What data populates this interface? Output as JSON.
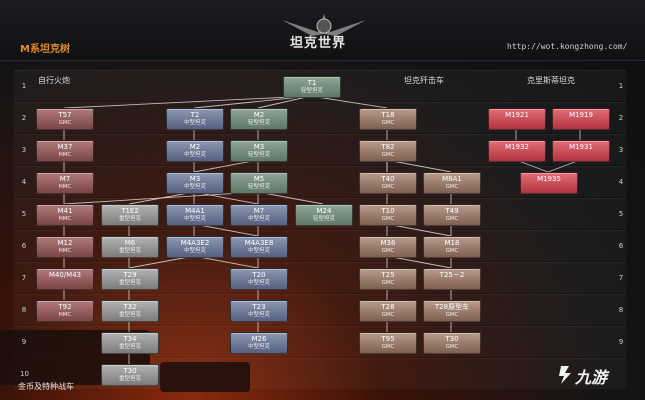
{
  "header": {
    "title": "M系坦克树",
    "logo_text": "坦克世界",
    "url": "http://wot.kongzhong.com/"
  },
  "columns": {
    "spg": "自行火炮",
    "td": "坦克歼击车",
    "heavy": "克里斯蒂坦克"
  },
  "rows": [
    "1",
    "2",
    "3",
    "4",
    "5",
    "6",
    "7",
    "8",
    "9",
    "10"
  ],
  "right_rows": [
    "1",
    "2",
    "3",
    "4",
    "5",
    "6",
    "7",
    "8",
    "9"
  ],
  "nodes": [
    {
      "id": "T1",
      "name": "T1",
      "type": "轻型坦克",
      "color": "gr",
      "col": 283,
      "row": 0
    },
    {
      "id": "T57",
      "name": "T57",
      "type": "GMC",
      "color": "rb",
      "col": 36,
      "row": 1
    },
    {
      "id": "T2",
      "name": "T2",
      "type": "中型坦克",
      "color": "bl",
      "col": 166,
      "row": 1
    },
    {
      "id": "M2L",
      "name": "M2",
      "type": "轻型坦克",
      "color": "gr",
      "col": 230,
      "row": 1
    },
    {
      "id": "T18",
      "name": "T18",
      "type": "GMC",
      "color": "br",
      "col": 359,
      "row": 1
    },
    {
      "id": "M1921",
      "name": "M1921",
      "type": "",
      "color": "rs",
      "col": 488,
      "row": 1
    },
    {
      "id": "M1919",
      "name": "M1919",
      "type": "",
      "color": "rs",
      "col": 552,
      "row": 1
    },
    {
      "id": "M37",
      "name": "M37",
      "type": "HMC",
      "color": "rb",
      "col": 36,
      "row": 2
    },
    {
      "id": "M2M",
      "name": "M2",
      "type": "中型坦克",
      "color": "bl",
      "col": 166,
      "row": 2
    },
    {
      "id": "M3L",
      "name": "M3",
      "type": "轻型坦克",
      "color": "gr",
      "col": 230,
      "row": 2
    },
    {
      "id": "T82",
      "name": "T82",
      "type": "GMC",
      "color": "br",
      "col": 359,
      "row": 2
    },
    {
      "id": "M1932",
      "name": "M1932",
      "type": "",
      "color": "rs",
      "col": 488,
      "row": 2
    },
    {
      "id": "M1931",
      "name": "M1931",
      "type": "",
      "color": "rs",
      "col": 552,
      "row": 2
    },
    {
      "id": "M7S",
      "name": "M7",
      "type": "HMC",
      "color": "rb",
      "col": 36,
      "row": 3
    },
    {
      "id": "M3M",
      "name": "M3",
      "type": "中型坦克",
      "color": "bl",
      "col": 166,
      "row": 3
    },
    {
      "id": "M5",
      "name": "M5",
      "type": "轻型坦克",
      "color": "gr",
      "col": 230,
      "row": 3
    },
    {
      "id": "T40",
      "name": "T40",
      "type": "GMC",
      "color": "br",
      "col": 359,
      "row": 3
    },
    {
      "id": "M8A1",
      "name": "M8A1",
      "type": "GMC",
      "color": "br",
      "col": 423,
      "row": 3
    },
    {
      "id": "M1935",
      "name": "M1935",
      "type": "",
      "color": "rs",
      "col": 520,
      "row": 3
    },
    {
      "id": "M41",
      "name": "M41",
      "type": "HMC",
      "color": "rb",
      "col": 36,
      "row": 4
    },
    {
      "id": "T1E2",
      "name": "T1E2",
      "type": "重型坦克",
      "color": "gy",
      "col": 101,
      "row": 4
    },
    {
      "id": "M4A1",
      "name": "M4A1",
      "type": "中型坦克",
      "color": "bl",
      "col": 166,
      "row": 4
    },
    {
      "id": "M7M",
      "name": "M7",
      "type": "中型坦克",
      "color": "bl",
      "col": 230,
      "row": 4
    },
    {
      "id": "M24",
      "name": "M24",
      "type": "轻型坦克",
      "color": "gr",
      "col": 295,
      "row": 4
    },
    {
      "id": "T10",
      "name": "T10",
      "type": "GMC",
      "color": "br",
      "col": 359,
      "row": 4
    },
    {
      "id": "T49",
      "name": "T49",
      "type": "GMC",
      "color": "br",
      "col": 423,
      "row": 4
    },
    {
      "id": "M12",
      "name": "M12",
      "type": "HMC",
      "color": "rb",
      "col": 36,
      "row": 5
    },
    {
      "id": "M6",
      "name": "M6",
      "type": "重型坦克",
      "color": "gy",
      "col": 101,
      "row": 5
    },
    {
      "id": "M4A3E2",
      "name": "M4A3E2",
      "type": "中型坦克",
      "color": "bl",
      "col": 166,
      "row": 5
    },
    {
      "id": "M4A3E8",
      "name": "M4A3E8",
      "type": "中型坦克",
      "color": "bl",
      "col": 230,
      "row": 5
    },
    {
      "id": "M36",
      "name": "M36",
      "type": "GMC",
      "color": "br",
      "col": 359,
      "row": 5
    },
    {
      "id": "M18",
      "name": "M18",
      "type": "GMC",
      "color": "br",
      "col": 423,
      "row": 5
    },
    {
      "id": "M40M43",
      "name": "M40/M43",
      "type": "",
      "color": "rb",
      "col": 36,
      "row": 6
    },
    {
      "id": "T29",
      "name": "T29",
      "type": "重型坦克",
      "color": "gy",
      "col": 101,
      "row": 6
    },
    {
      "id": "T20",
      "name": "T20",
      "type": "中型坦克",
      "color": "bl",
      "col": 230,
      "row": 6
    },
    {
      "id": "T25",
      "name": "T25",
      "type": "GMC",
      "color": "br",
      "col": 359,
      "row": 6
    },
    {
      "id": "T25-2",
      "name": "T25－2",
      "type": "",
      "color": "br",
      "col": 423,
      "row": 6
    },
    {
      "id": "T92",
      "name": "T92",
      "type": "HMC",
      "color": "rb",
      "col": 36,
      "row": 7
    },
    {
      "id": "T32",
      "name": "T32",
      "type": "重型坦克",
      "color": "gy",
      "col": 101,
      "row": 7
    },
    {
      "id": "T23",
      "name": "T23",
      "type": "中型坦克",
      "color": "bl",
      "col": 230,
      "row": 7
    },
    {
      "id": "T28",
      "name": "T28",
      "type": "GMC",
      "color": "br",
      "col": 359,
      "row": 7
    },
    {
      "id": "T28P",
      "name": "T28原型车",
      "type": "GMC",
      "color": "br",
      "col": 423,
      "row": 7
    },
    {
      "id": "T34",
      "name": "T34",
      "type": "重型坦克",
      "color": "gy",
      "col": 101,
      "row": 8
    },
    {
      "id": "M26",
      "name": "M26",
      "type": "中型坦克",
      "color": "bl",
      "col": 230,
      "row": 8
    },
    {
      "id": "T95",
      "name": "T95",
      "type": "GMC",
      "color": "br",
      "col": 359,
      "row": 8
    },
    {
      "id": "T30",
      "name": "T30",
      "type": "GMC",
      "color": "br",
      "col": 423,
      "row": 8
    },
    {
      "id": "T30H",
      "name": "T30",
      "type": "重型坦克",
      "color": "gy",
      "col": 101,
      "row": 9
    }
  ],
  "edges": [
    [
      "T1",
      "T57"
    ],
    [
      "T1",
      "T2"
    ],
    [
      "T1",
      "M2L"
    ],
    [
      "T1",
      "T18"
    ],
    [
      "T57",
      "M37"
    ],
    [
      "M37",
      "M7S"
    ],
    [
      "M7S",
      "M41"
    ],
    [
      "M41",
      "M12"
    ],
    [
      "M12",
      "M40M43"
    ],
    [
      "M40M43",
      "T92"
    ],
    [
      "T2",
      "M2M"
    ],
    [
      "M2L",
      "M3L"
    ],
    [
      "M2M",
      "M3M"
    ],
    [
      "M3L",
      "M3M"
    ],
    [
      "M3L",
      "M5"
    ],
    [
      "M3M",
      "T1E2"
    ],
    [
      "M3M",
      "M4A1"
    ],
    [
      "M3M",
      "M7M"
    ],
    [
      "M5",
      "M7M"
    ],
    [
      "M5",
      "M24"
    ],
    [
      "M5",
      "M41"
    ],
    [
      "T1E2",
      "M6"
    ],
    [
      "M4A1",
      "M4A3E2"
    ],
    [
      "M4A1",
      "M4A3E8"
    ],
    [
      "M7M",
      "M4A3E8"
    ],
    [
      "M6",
      "T29"
    ],
    [
      "M4A3E8",
      "T20"
    ],
    [
      "M4A3E2",
      "T20"
    ],
    [
      "M4A3E2",
      "T29"
    ],
    [
      "T29",
      "T32"
    ],
    [
      "T32",
      "T34"
    ],
    [
      "T34",
      "T30H"
    ],
    [
      "T20",
      "T23"
    ],
    [
      "T23",
      "M26"
    ],
    [
      "T18",
      "T82"
    ],
    [
      "T82",
      "T40"
    ],
    [
      "T82",
      "M8A1"
    ],
    [
      "T40",
      "T10"
    ],
    [
      "M8A1",
      "T49"
    ],
    [
      "T10",
      "M36"
    ],
    [
      "T49",
      "M18"
    ],
    [
      "T10",
      "M18"
    ],
    [
      "M36",
      "T25"
    ],
    [
      "M36",
      "T25-2"
    ],
    [
      "M18",
      "T25-2"
    ],
    [
      "T25",
      "T28"
    ],
    [
      "T25-2",
      "T28P"
    ],
    [
      "T28",
      "T95"
    ],
    [
      "T28P",
      "T30"
    ],
    [
      "T82",
      "T40"
    ],
    [
      "M1921",
      "M1932"
    ],
    [
      "M1919",
      "M1931"
    ],
    [
      "M1932",
      "M1935"
    ],
    [
      "M1931",
      "M1935"
    ]
  ],
  "footer": {
    "label": "金币及特种战车"
  },
  "watermark": {
    "text": "九游"
  },
  "colors": {
    "accent": "#e08a2a"
  }
}
